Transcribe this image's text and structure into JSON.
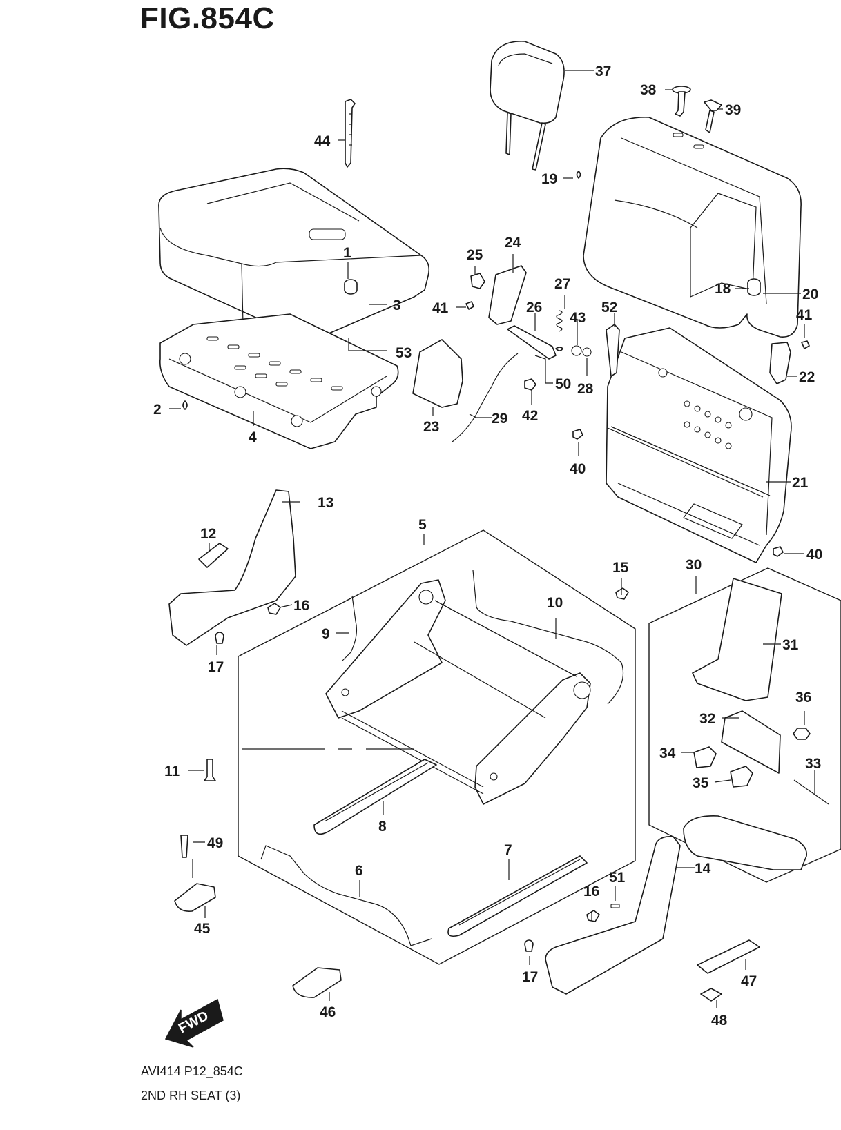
{
  "figure": {
    "title": "FIG.854C",
    "code": "AVI414 P12_854C",
    "description": "2ND RH SEAT (3)",
    "fwd_label": "FWD"
  },
  "callouts": [
    {
      "id": "c1",
      "label": "1"
    },
    {
      "id": "c2",
      "label": "2"
    },
    {
      "id": "c3",
      "label": "3"
    },
    {
      "id": "c4",
      "label": "4"
    },
    {
      "id": "c5",
      "label": "5"
    },
    {
      "id": "c6",
      "label": "6"
    },
    {
      "id": "c7",
      "label": "7"
    },
    {
      "id": "c8",
      "label": "8"
    },
    {
      "id": "c9",
      "label": "9"
    },
    {
      "id": "c10",
      "label": "10"
    },
    {
      "id": "c11",
      "label": "11"
    },
    {
      "id": "c12",
      "label": "12"
    },
    {
      "id": "c13",
      "label": "13"
    },
    {
      "id": "c14",
      "label": "14"
    },
    {
      "id": "c15",
      "label": "15"
    },
    {
      "id": "c16a",
      "label": "16"
    },
    {
      "id": "c16b",
      "label": "16"
    },
    {
      "id": "c17a",
      "label": "17"
    },
    {
      "id": "c17b",
      "label": "17"
    },
    {
      "id": "c18",
      "label": "18"
    },
    {
      "id": "c19",
      "label": "19"
    },
    {
      "id": "c20",
      "label": "20"
    },
    {
      "id": "c21",
      "label": "21"
    },
    {
      "id": "c22",
      "label": "22"
    },
    {
      "id": "c23",
      "label": "23"
    },
    {
      "id": "c24",
      "label": "24"
    },
    {
      "id": "c25",
      "label": "25"
    },
    {
      "id": "c26",
      "label": "26"
    },
    {
      "id": "c27",
      "label": "27"
    },
    {
      "id": "c28",
      "label": "28"
    },
    {
      "id": "c29",
      "label": "29"
    },
    {
      "id": "c30",
      "label": "30"
    },
    {
      "id": "c31",
      "label": "31"
    },
    {
      "id": "c32",
      "label": "32"
    },
    {
      "id": "c33",
      "label": "33"
    },
    {
      "id": "c34",
      "label": "34"
    },
    {
      "id": "c35",
      "label": "35"
    },
    {
      "id": "c36",
      "label": "36"
    },
    {
      "id": "c37",
      "label": "37"
    },
    {
      "id": "c38",
      "label": "38"
    },
    {
      "id": "c39",
      "label": "39"
    },
    {
      "id": "c40a",
      "label": "40"
    },
    {
      "id": "c40b",
      "label": "40"
    },
    {
      "id": "c41a",
      "label": "41"
    },
    {
      "id": "c41b",
      "label": "41"
    },
    {
      "id": "c42",
      "label": "42"
    },
    {
      "id": "c43",
      "label": "43"
    },
    {
      "id": "c44",
      "label": "44"
    },
    {
      "id": "c45",
      "label": "45"
    },
    {
      "id": "c46",
      "label": "46"
    },
    {
      "id": "c47",
      "label": "47"
    },
    {
      "id": "c48",
      "label": "48"
    },
    {
      "id": "c49",
      "label": "49"
    },
    {
      "id": "c50",
      "label": "50"
    },
    {
      "id": "c51",
      "label": "51"
    },
    {
      "id": "c52",
      "label": "52"
    },
    {
      "id": "c53",
      "label": "53"
    }
  ]
}
